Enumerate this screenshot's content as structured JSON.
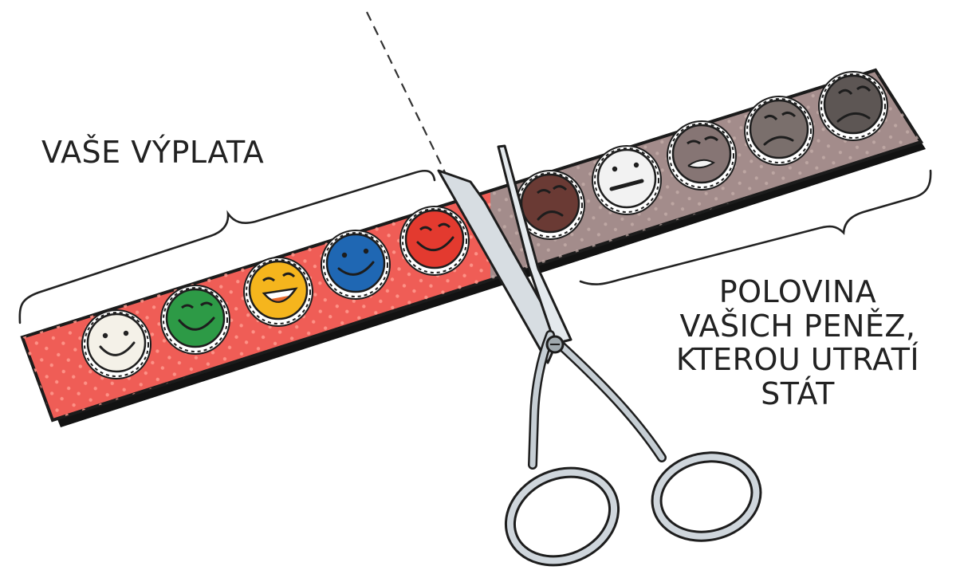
{
  "labels": {
    "pay": "VAŠE VÝPLATA",
    "state_share": [
      "POLOVINA",
      "VAŠICH PENĚZ,",
      "KTEROU UTRATÍ",
      "STÁT"
    ]
  },
  "illustration": {
    "strip": {
      "left_color": "#ef5d56",
      "right_color": "#a38c8b",
      "dot_color": "#ff9a8e"
    },
    "faces": [
      {
        "name": "white-happy-face-icon",
        "color": "#f4f1e8",
        "mood": "happy"
      },
      {
        "name": "green-happy-face-icon",
        "color": "#2d9a46",
        "mood": "happy"
      },
      {
        "name": "yellow-joyful-face-icon",
        "color": "#f5b51d",
        "mood": "joyful"
      },
      {
        "name": "blue-smiling-face-icon",
        "color": "#1f67b3",
        "mood": "happy"
      },
      {
        "name": "red-smiling-face-icon",
        "color": "#e33a2f",
        "mood": "happy"
      },
      {
        "name": "brown-sad-face-icon",
        "color": "#6a3a34",
        "mood": "sad"
      },
      {
        "name": "white-neutral-face-icon",
        "color": "#f2f2f2",
        "mood": "neutral"
      },
      {
        "name": "gray-unhappy-face-icon",
        "color": "#867574",
        "mood": "unhappy"
      },
      {
        "name": "gray-sad-face-icon",
        "color": "#7a6f6c",
        "mood": "sad"
      },
      {
        "name": "dark-gray-sad-face-icon",
        "color": "#5d5654",
        "mood": "sad"
      }
    ]
  }
}
